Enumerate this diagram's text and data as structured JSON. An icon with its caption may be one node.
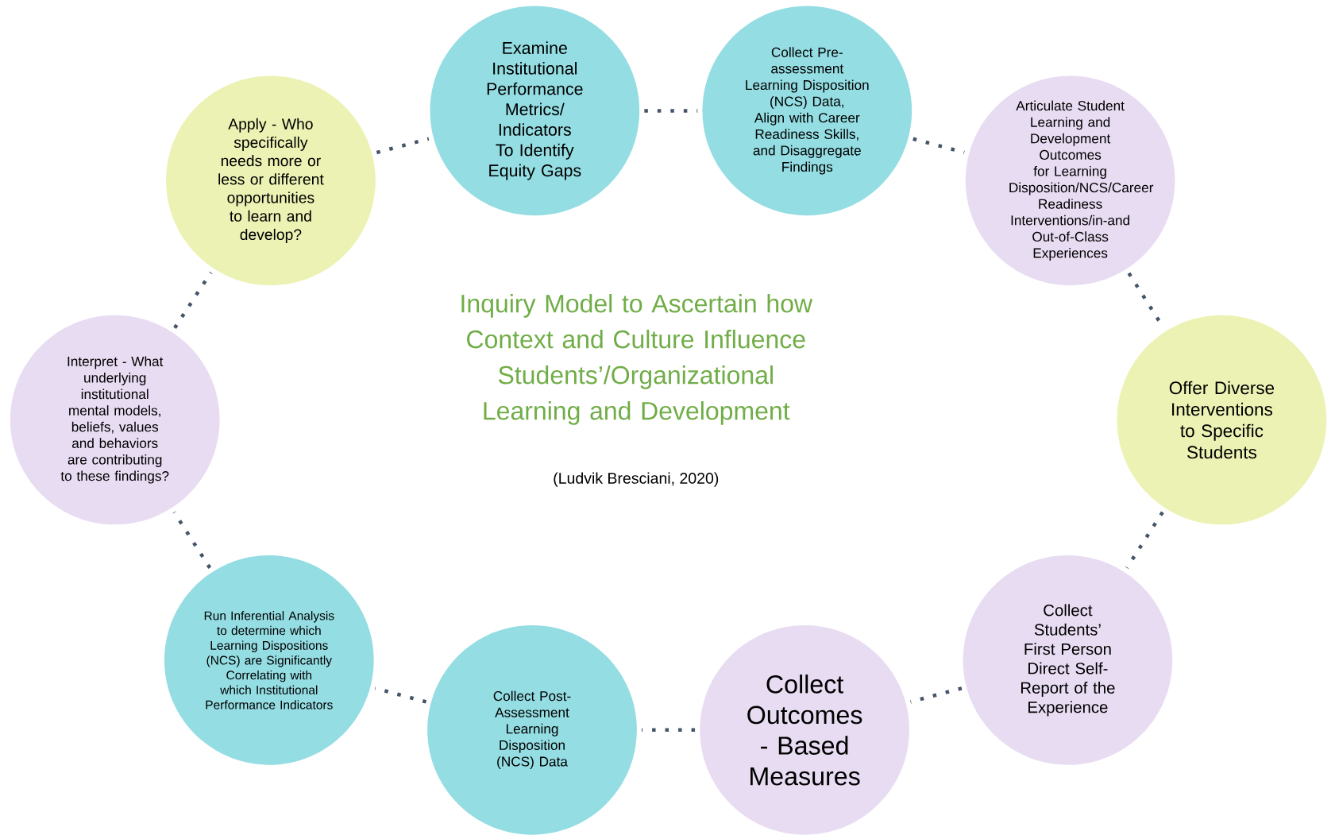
{
  "diagram": {
    "title": "Inquiry Model to Ascertain how Context and Culture Influence Students’/Organizational Learning and Development",
    "nodes": [
      {
        "text": [
          "Apply - Who specifically needs more or less or different opportunities to learn and develop?"
        ]
      },
      {
        "text": [
          "Examine Institutional Performance Metrics/ Indicators To Identify Equity Gaps"
        ]
      },
      {
        "text": [
          "Collect Pre-assessment Learning Disposition (NCS) Data, Align with Career Readiness Skills, and Disaggregate Findings"
        ]
      },
      {
        "text": [
          "Articulate Student Learning and Development Outcomes for Learning Disposition/NCS/Career Readiness Interventions/in-and Out-of-Class Experiences"
        ]
      },
      {
        "text": [
          "Offer Diverse Interventions to Specific Students"
        ]
      },
      {
        "text": [
          "Collect Students’ First Person Direct Self-Report of the Experience"
        ]
      },
      {
        "text": [
          "Collect Outcomes - Based Measures"
        ]
      },
      {
        "text": [
          "Collect Post-Assessment Learning Disposition (NCS) Data"
        ]
      },
      {
        "text": [
          "Run Inferential Analysis to determine which Learning Dispositions (NCS) are Significantly Correlating with which Institutional Performance Indicators"
        ]
      },
      {
        "text": [
          "Interpret - What underlying institutional mental models, beliefs, values and behaviors are contributing to these findings?"
        ]
      }
    ],
    "edges": [
      {
        "from": 0,
        "to": 1,
        "arrow": "none"
      },
      {
        "from": 1,
        "to": 2,
        "arrow": "none"
      },
      {
        "from": 2,
        "to": 3,
        "arrow": "none"
      },
      {
        "from": 3,
        "to": 4,
        "arrow": "none"
      },
      {
        "from": 4,
        "to": 5,
        "arrow": "none"
      },
      {
        "from": 5,
        "to": 6,
        "arrow": "none"
      },
      {
        "from": 6,
        "to": 7,
        "arrow": "none"
      },
      {
        "from": 7,
        "to": 8,
        "arrow": "none"
      },
      {
        "from": 8,
        "to": 9,
        "arrow": "none"
      },
      {
        "from": 9,
        "to": 0,
        "arrow": "none"
      }
    ],
    "labels": [
      "(Ludvik Bresciani, 2020)"
    ]
  }
}
